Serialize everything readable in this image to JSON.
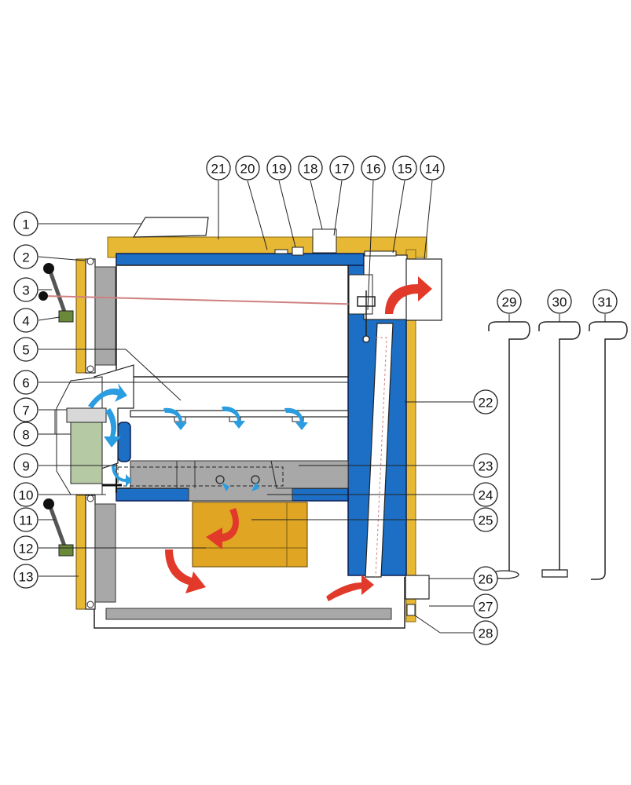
{
  "colors": {
    "insulation": "#e7b833",
    "water_jacket": "#1c6fc4",
    "jacket_outline": "#0b1f55",
    "firebrick": "#a8a8a8",
    "ash_pan": "#e0a623",
    "flow_hot": "#e23a2a",
    "flow_air": "#2a9ce0",
    "steel": "#ffffff",
    "outline": "#222222"
  },
  "tool_icons": [
    "fire-poker-round-icon",
    "fire-poker-flat-icon",
    "fire-hook-icon"
  ],
  "callouts": [
    {
      "number": "1"
    },
    {
      "number": "2"
    },
    {
      "number": "3"
    },
    {
      "number": "4"
    },
    {
      "number": "5"
    },
    {
      "number": "6"
    },
    {
      "number": "7"
    },
    {
      "number": "8"
    },
    {
      "number": "9"
    },
    {
      "number": "10"
    },
    {
      "number": "11"
    },
    {
      "number": "12"
    },
    {
      "number": "13"
    },
    {
      "number": "14"
    },
    {
      "number": "15"
    },
    {
      "number": "16"
    },
    {
      "number": "17"
    },
    {
      "number": "18"
    },
    {
      "number": "19"
    },
    {
      "number": "20"
    },
    {
      "number": "21"
    },
    {
      "number": "22"
    },
    {
      "number": "23"
    },
    {
      "number": "24"
    },
    {
      "number": "25"
    },
    {
      "number": "26"
    },
    {
      "number": "27"
    },
    {
      "number": "28"
    },
    {
      "number": "29"
    },
    {
      "number": "30"
    },
    {
      "number": "31"
    }
  ]
}
